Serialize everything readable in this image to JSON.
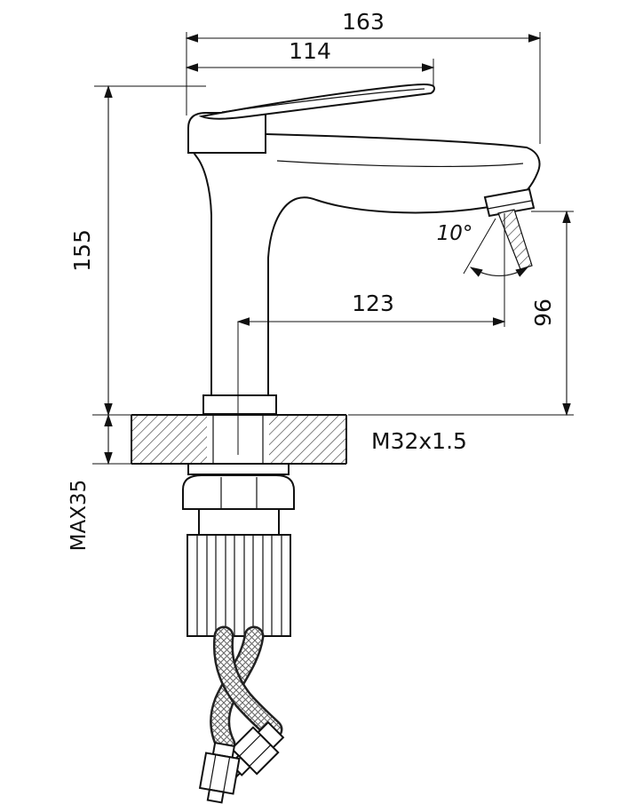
{
  "meta": {
    "background": "#ffffff",
    "line_color": "#111111",
    "drawing_type": "technical dimension drawing",
    "subject": "single-lever basin faucet side elevation with mounting hardware and supply hoses"
  },
  "labels": {
    "total_length": "163",
    "handle_length": "114",
    "body_height": "155",
    "spout_reach": "123",
    "spout_outlet_height": "96",
    "stream_angle": "10°",
    "thread": "M32x1.5",
    "max_mounting_thickness": "MAX35"
  }
}
